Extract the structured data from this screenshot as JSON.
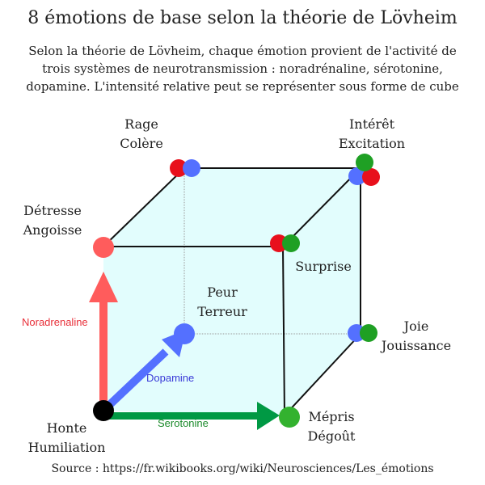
{
  "title": "8 émotions de base selon la théorie de Lövheim",
  "subtitle": "Selon la théorie de Lövheim, chaque émotion provient de l'activité de trois systèmes de neurotransmission : noradrénaline, sérotonine, dopamine. L'intensité relative peut se représenter sous forme de cube",
  "emotions": {
    "rage": [
      "Rage",
      "Colère"
    ],
    "interet": [
      "Intérêt",
      "Excitation"
    ],
    "detresse": [
      "Détresse",
      "Angoisse"
    ],
    "surprise": [
      "Surprise"
    ],
    "peur": [
      "Peur",
      "Terreur"
    ],
    "joie": [
      "Joie",
      "Jouissance"
    ],
    "honte": [
      "Honte",
      "Humiliation"
    ],
    "mepris": [
      "Mépris",
      "Dégoût"
    ]
  },
  "axes": {
    "noradrenaline": "Noradrenaline",
    "dopamine": "Dopamine",
    "serotonine": "Serotonine"
  },
  "colors": {
    "noradrenaline": "#ff5c5c",
    "dopamine": "#5470ff",
    "serotonine": "#009944",
    "red": "#e8101c",
    "blue": "#5470ff",
    "green": "#1fa024",
    "fill": "#e2fdfd"
  },
  "source": "Source : https://fr.wikibooks.org/wiki/Neurosciences/Les_émotions"
}
